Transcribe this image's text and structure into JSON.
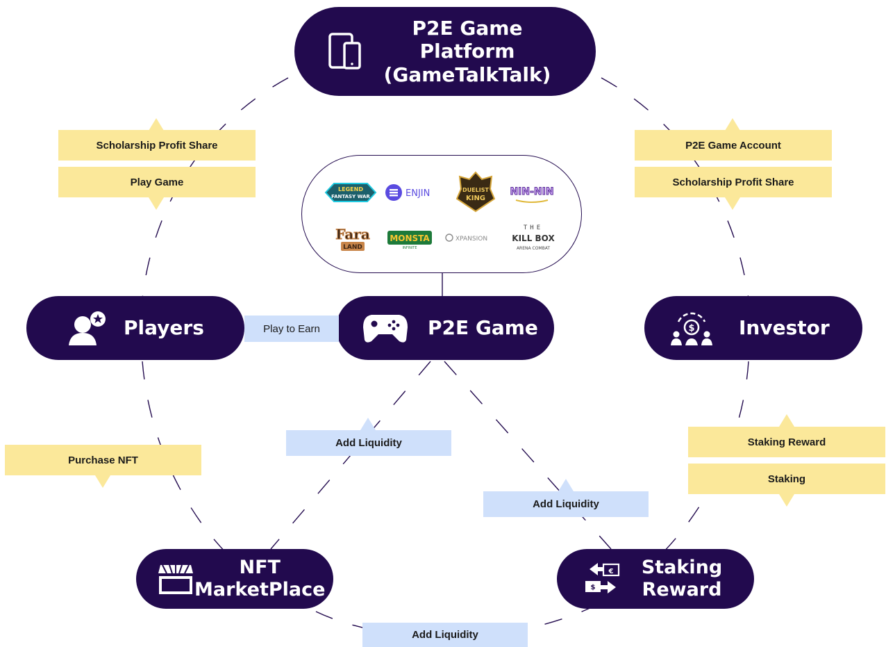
{
  "nodes": {
    "platform": {
      "line1": "P2E Game Platform",
      "line2": "(GameTalkTalk)",
      "icon": "devices-icon"
    },
    "players": {
      "label": "Players",
      "icon": "user-star-icon"
    },
    "game": {
      "label": "P2E Game",
      "icon": "gamepad-icon"
    },
    "investor": {
      "label": "Investor",
      "icon": "investor-icon"
    },
    "market": {
      "line1": "NFT",
      "line2": "MarketPlace",
      "icon": "storefront-icon"
    },
    "staking": {
      "line1": "Staking",
      "line2": "Reward",
      "icon": "currency-exchange-icon"
    }
  },
  "labels": {
    "left_scholarship": "Scholarship Profit Share",
    "left_play": "Play Game",
    "right_account": "P2E Game Account",
    "right_scholarship": "Scholarship Profit Share",
    "play_to_earn": "Play to Earn",
    "purchase_nft": "Purchase NFT",
    "add_liquidity_left": "Add Liquidity",
    "add_liquidity_right": "Add Liquidity",
    "add_liquidity_bottom": "Add Liquidity",
    "staking_reward": "Staking Reward",
    "staking": "Staking"
  },
  "logos": {
    "legend": {
      "line1": "LEGEND",
      "line2": "FANTASY WAR"
    },
    "enjin": "ENJIN",
    "duelist": {
      "line1": "DUELIST",
      "line2": "KING"
    },
    "nin": "NIN-NIN",
    "fara": {
      "line1": "Fara",
      "line2": "LAND"
    },
    "monsta": {
      "line1": "MONSTA",
      "line2": "INFINITE"
    },
    "xpansion": "XPANSION",
    "killbox": {
      "line1": "THE",
      "line2": "KILL BOX",
      "line3": "ARENA COMBAT"
    }
  },
  "colors": {
    "node": "#220a4e",
    "yellow_label": "#fbe89a",
    "blue_label": "#cfe0fb"
  }
}
